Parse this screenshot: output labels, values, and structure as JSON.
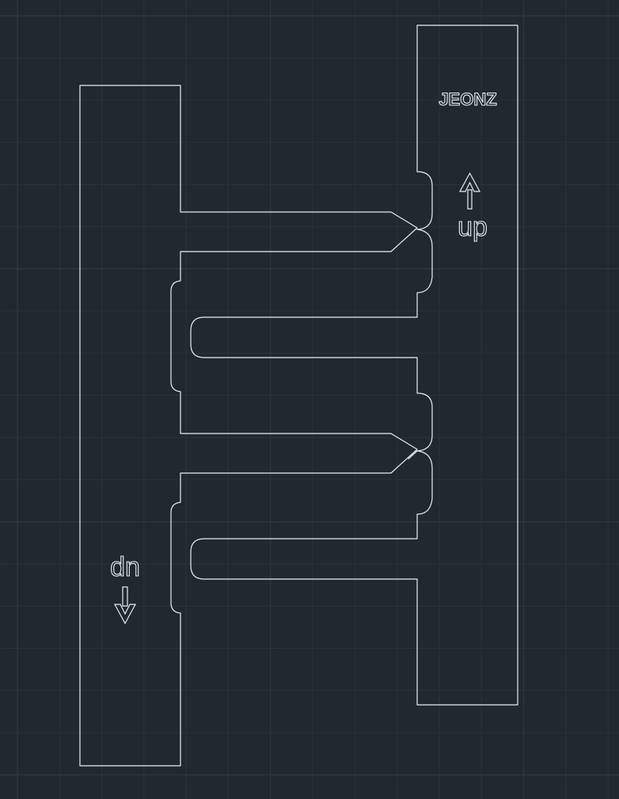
{
  "labels": {
    "brand": "JEONZ",
    "up": "up",
    "down": "dn"
  },
  "colors": {
    "background": "#212830",
    "grid_minor": "#2a323b",
    "grid_major": "#323b45",
    "line": "#e9edf1"
  },
  "icons": {
    "up_arrow": "arrow-up-icon",
    "down_arrow": "arrow-down-icon"
  }
}
